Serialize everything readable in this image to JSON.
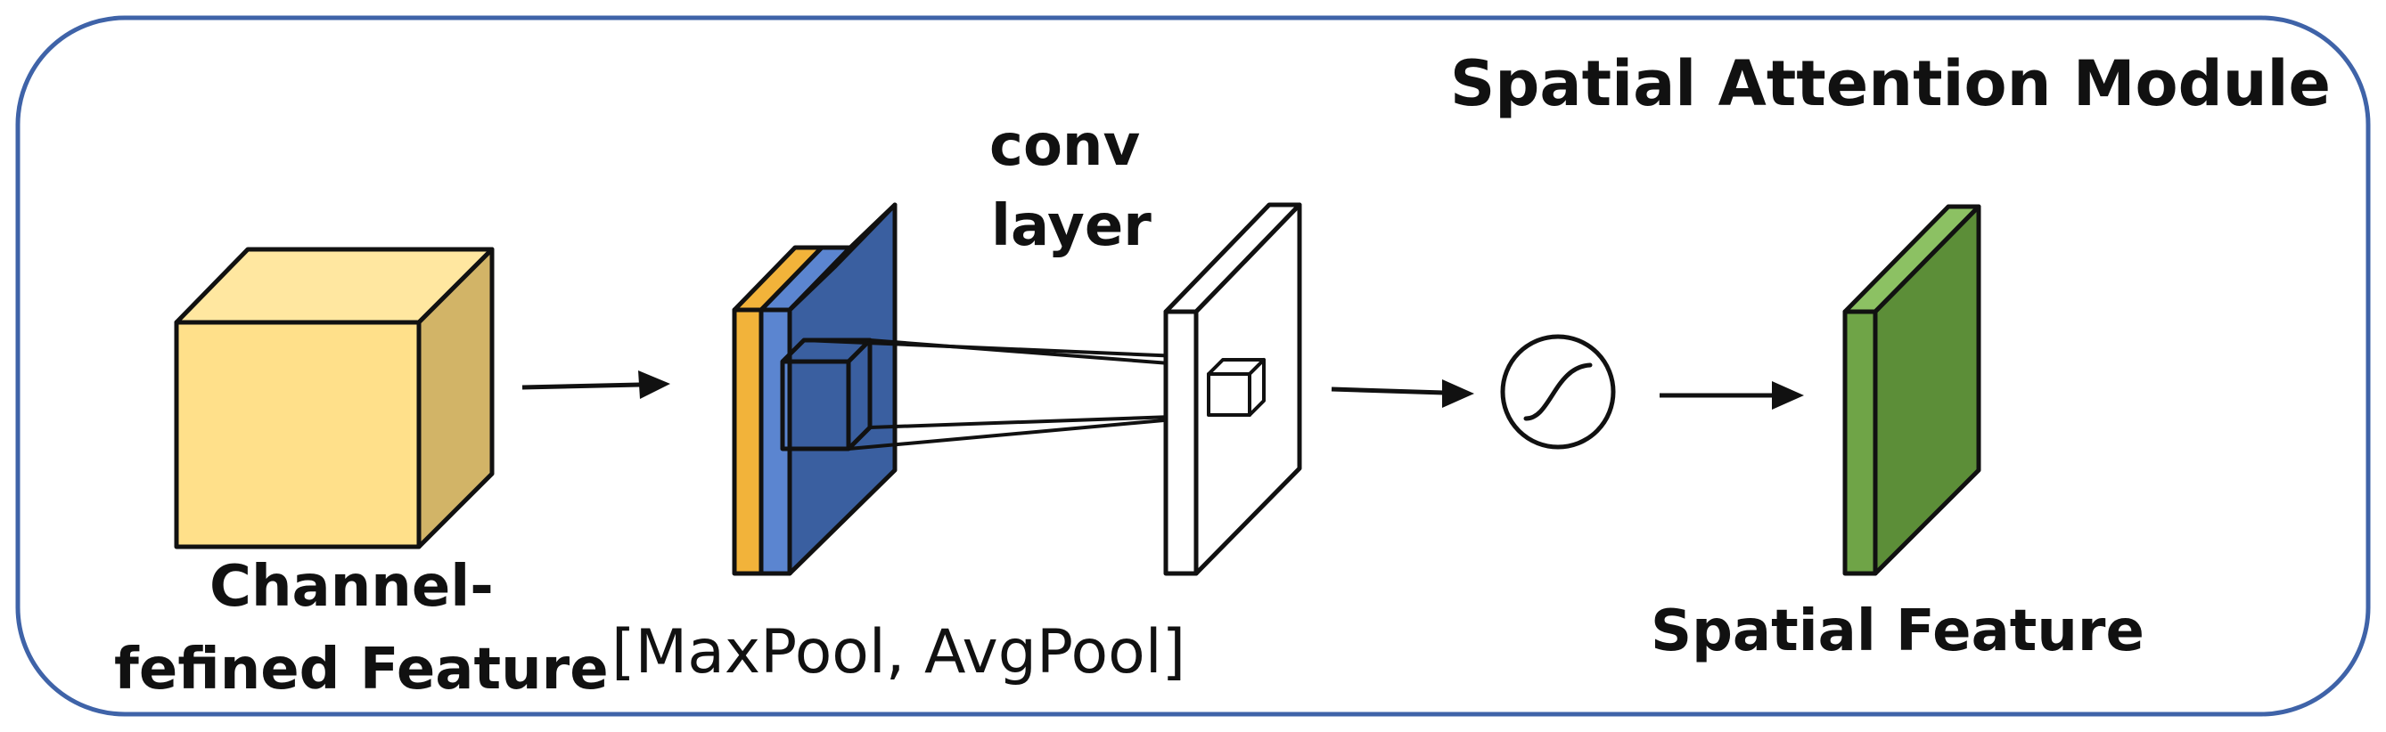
{
  "title": "Spatial Attention Module",
  "labels": {
    "input_line1": "Channel-",
    "input_line2": "fefined Feature",
    "pool": "[MaxPool, AvgPool]",
    "conv_line1": "conv",
    "conv_line2": "layer",
    "output": "Spatial Feature"
  },
  "icons": {
    "activation": "sigmoid-icon"
  },
  "colors": {
    "frame": "#3F63A8",
    "cube_front": "#FFE08A",
    "cube_top": "#FFE7A0",
    "cube_side": "#D2B467",
    "pool_yellow": "#F2B33A",
    "pool_light_blue": "#5B85D0",
    "pool_dark_blue": "#3A5FA0",
    "output_green": "#5C8E38",
    "output_green_light": "#8CC163",
    "stroke": "#111111"
  }
}
